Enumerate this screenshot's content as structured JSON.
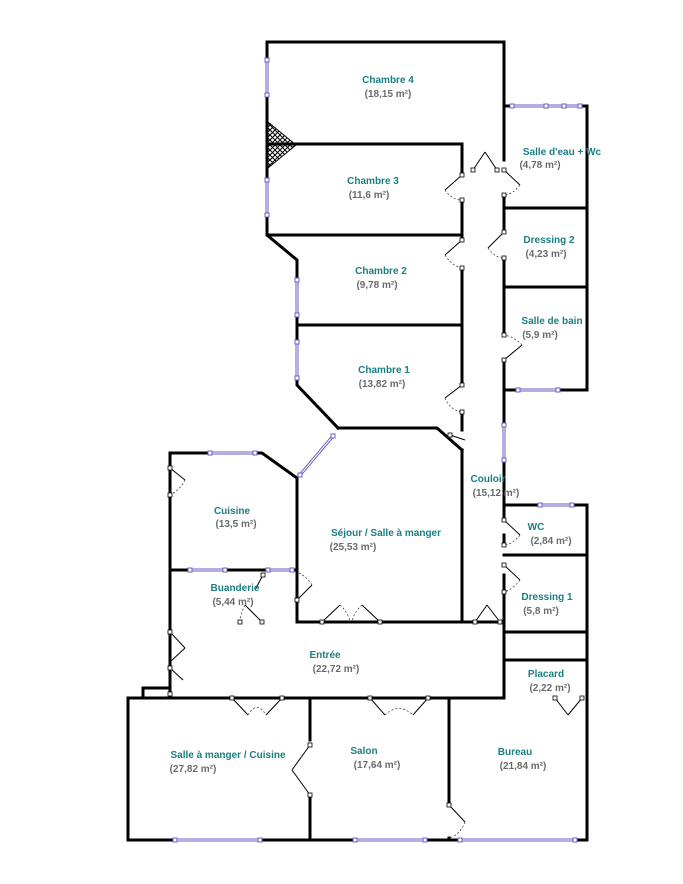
{
  "rooms": [
    {
      "id": "chambre-4",
      "name": "Chambre 4",
      "area": "(18,15 m²)"
    },
    {
      "id": "salle-d-eau-wc",
      "name": "Salle d'eau + Wc",
      "area": "(4,78 m²)"
    },
    {
      "id": "chambre-3",
      "name": "Chambre 3",
      "area": "(11,6 m²)"
    },
    {
      "id": "dressing-2",
      "name": "Dressing 2",
      "area": "(4,23 m²)"
    },
    {
      "id": "chambre-2",
      "name": "Chambre 2",
      "area": "(9,78 m²)"
    },
    {
      "id": "salle-de-bain",
      "name": "Salle de bain",
      "area": "(5,9 m²)"
    },
    {
      "id": "chambre-1",
      "name": "Chambre 1",
      "area": "(13,82 m²)"
    },
    {
      "id": "couloir",
      "name": "Couloir",
      "area": "(15,12 m²)"
    },
    {
      "id": "cuisine",
      "name": "Cuisine",
      "area": "(13,5 m²)"
    },
    {
      "id": "sejour",
      "name": "Séjour / Salle à manger",
      "area": "(25,53 m²)"
    },
    {
      "id": "wc",
      "name": "WC",
      "area": "(2,84 m²)"
    },
    {
      "id": "buanderie",
      "name": "Buanderie",
      "area": "(5,44 m²)"
    },
    {
      "id": "dressing-1",
      "name": "Dressing 1",
      "area": "(5,8 m²)"
    },
    {
      "id": "entree",
      "name": "Entrée",
      "area": "(22,72 m²)"
    },
    {
      "id": "placard",
      "name": "Placard",
      "area": "(2,22 m²)"
    },
    {
      "id": "salle-a-manger-cuisine",
      "name": "Salle à manger / Cuisine",
      "area": "(27,82 m²)"
    },
    {
      "id": "salon",
      "name": "Salon",
      "area": "(17,64 m²)"
    },
    {
      "id": "bureau",
      "name": "Bureau",
      "area": "(21,84 m²)"
    }
  ]
}
